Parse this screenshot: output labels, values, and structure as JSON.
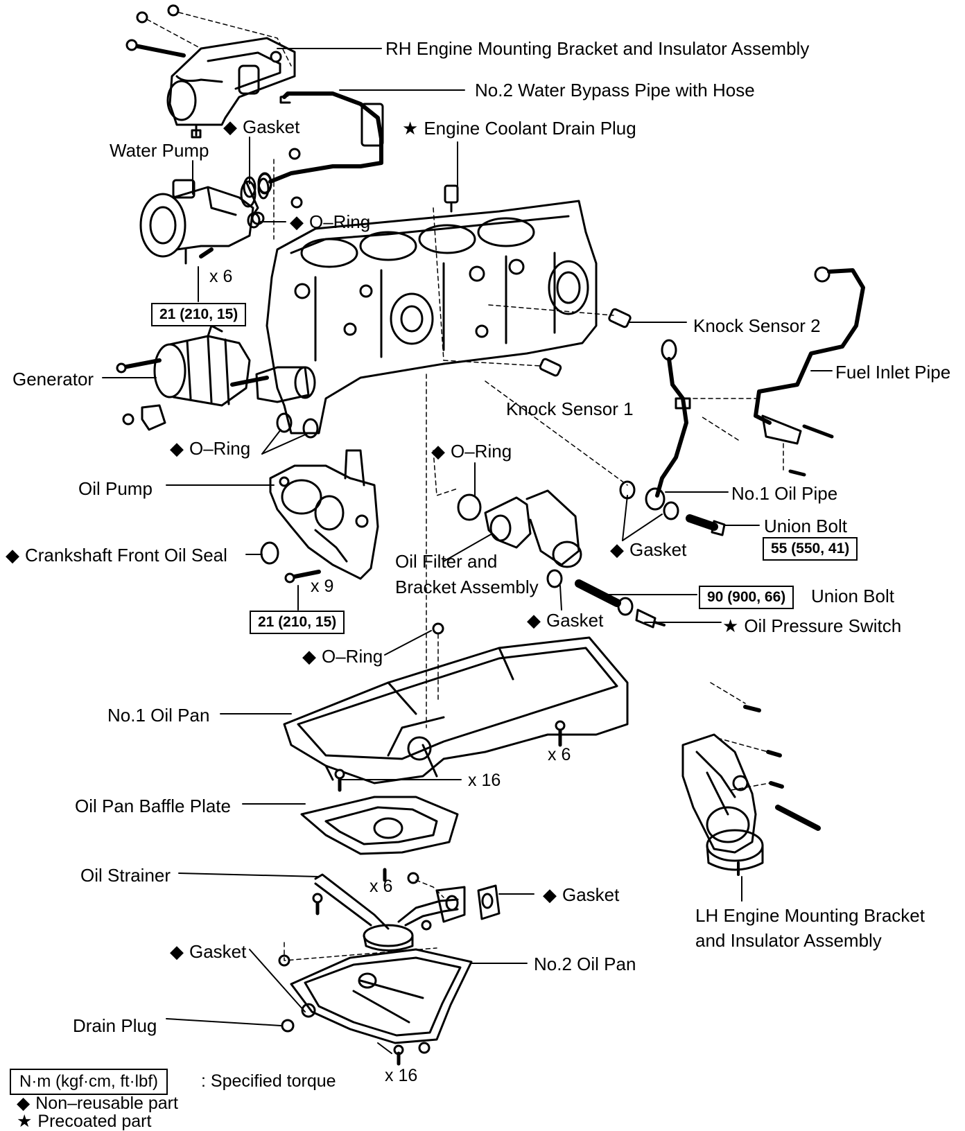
{
  "symbols": {
    "diamond": "◆",
    "star": "★"
  },
  "labels": {
    "rh_mount": "RH Engine Mounting Bracket and Insulator Assembly",
    "no2_bypass": "No.2 Water Bypass Pipe with Hose",
    "coolant_drain": "Engine Coolant Drain Plug",
    "gasket": "Gasket",
    "water_pump": "Water Pump",
    "o_ring": "O–Ring",
    "knock_sensor_2": "Knock Sensor 2",
    "fuel_inlet_pipe": "Fuel Inlet Pipe",
    "generator": "Generator",
    "knock_sensor_1": "Knock Sensor 1",
    "oil_pump": "Oil Pump",
    "no1_oil_pipe": "No.1 Oil Pipe",
    "union_bolt": "Union Bolt",
    "crank_seal": "Crankshaft Front Oil Seal",
    "oil_filter_line1": "Oil Filter and",
    "oil_filter_line2": "Bracket Assembly",
    "oil_pressure_switch": "Oil Pressure Switch",
    "no1_oil_pan": "No.1 Oil Pan",
    "oil_pan_baffle": "Oil Pan Baffle Plate",
    "oil_strainer": "Oil Strainer",
    "lh_mount_line1": "LH Engine Mounting Bracket",
    "lh_mount_line2": "and Insulator Assembly",
    "no2_oil_pan": "No.2 Oil Pan",
    "drain_plug": "Drain Plug"
  },
  "counts": {
    "x6": "x 6",
    "x9": "x 9",
    "x16": "x 16"
  },
  "torque": {
    "water_pump": "21 (210, 15)",
    "oil_pump": "21 (210, 15)",
    "union_bolt_oil_pipe": "55 (550, 41)",
    "union_bolt_switch": "90 (900, 66)"
  },
  "legend": {
    "unit_box": "N·m (kgf·cm, ft·lbf)",
    "specified_torque": ": Specified torque",
    "non_reusable": "Non–reusable part",
    "precoated": "Precoated part"
  }
}
